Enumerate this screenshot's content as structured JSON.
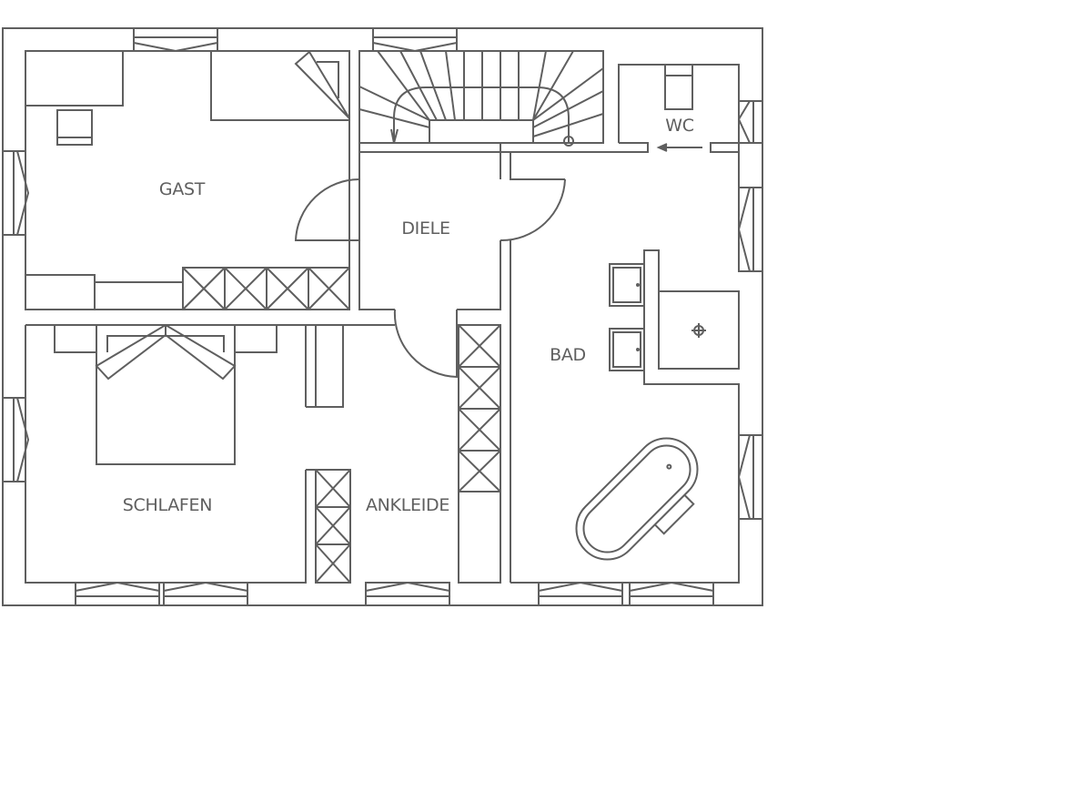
{
  "colors": {
    "line": "#5f5f5f",
    "background": "#ffffff"
  },
  "rooms": {
    "gast": "GAST",
    "diele": "DIELE",
    "wc": "WC",
    "bad": "BAD",
    "schlafen": "SCHLAFEN",
    "ankleide": "ANKLEIDE"
  },
  "icons": [
    "staircase-icon",
    "door-swing-icon",
    "window-icon",
    "bed-icon",
    "bathtub-icon",
    "sink-icon",
    "toilet-icon",
    "shower-drain-icon",
    "wardrobe-icon",
    "flow-arrow-icon"
  ]
}
